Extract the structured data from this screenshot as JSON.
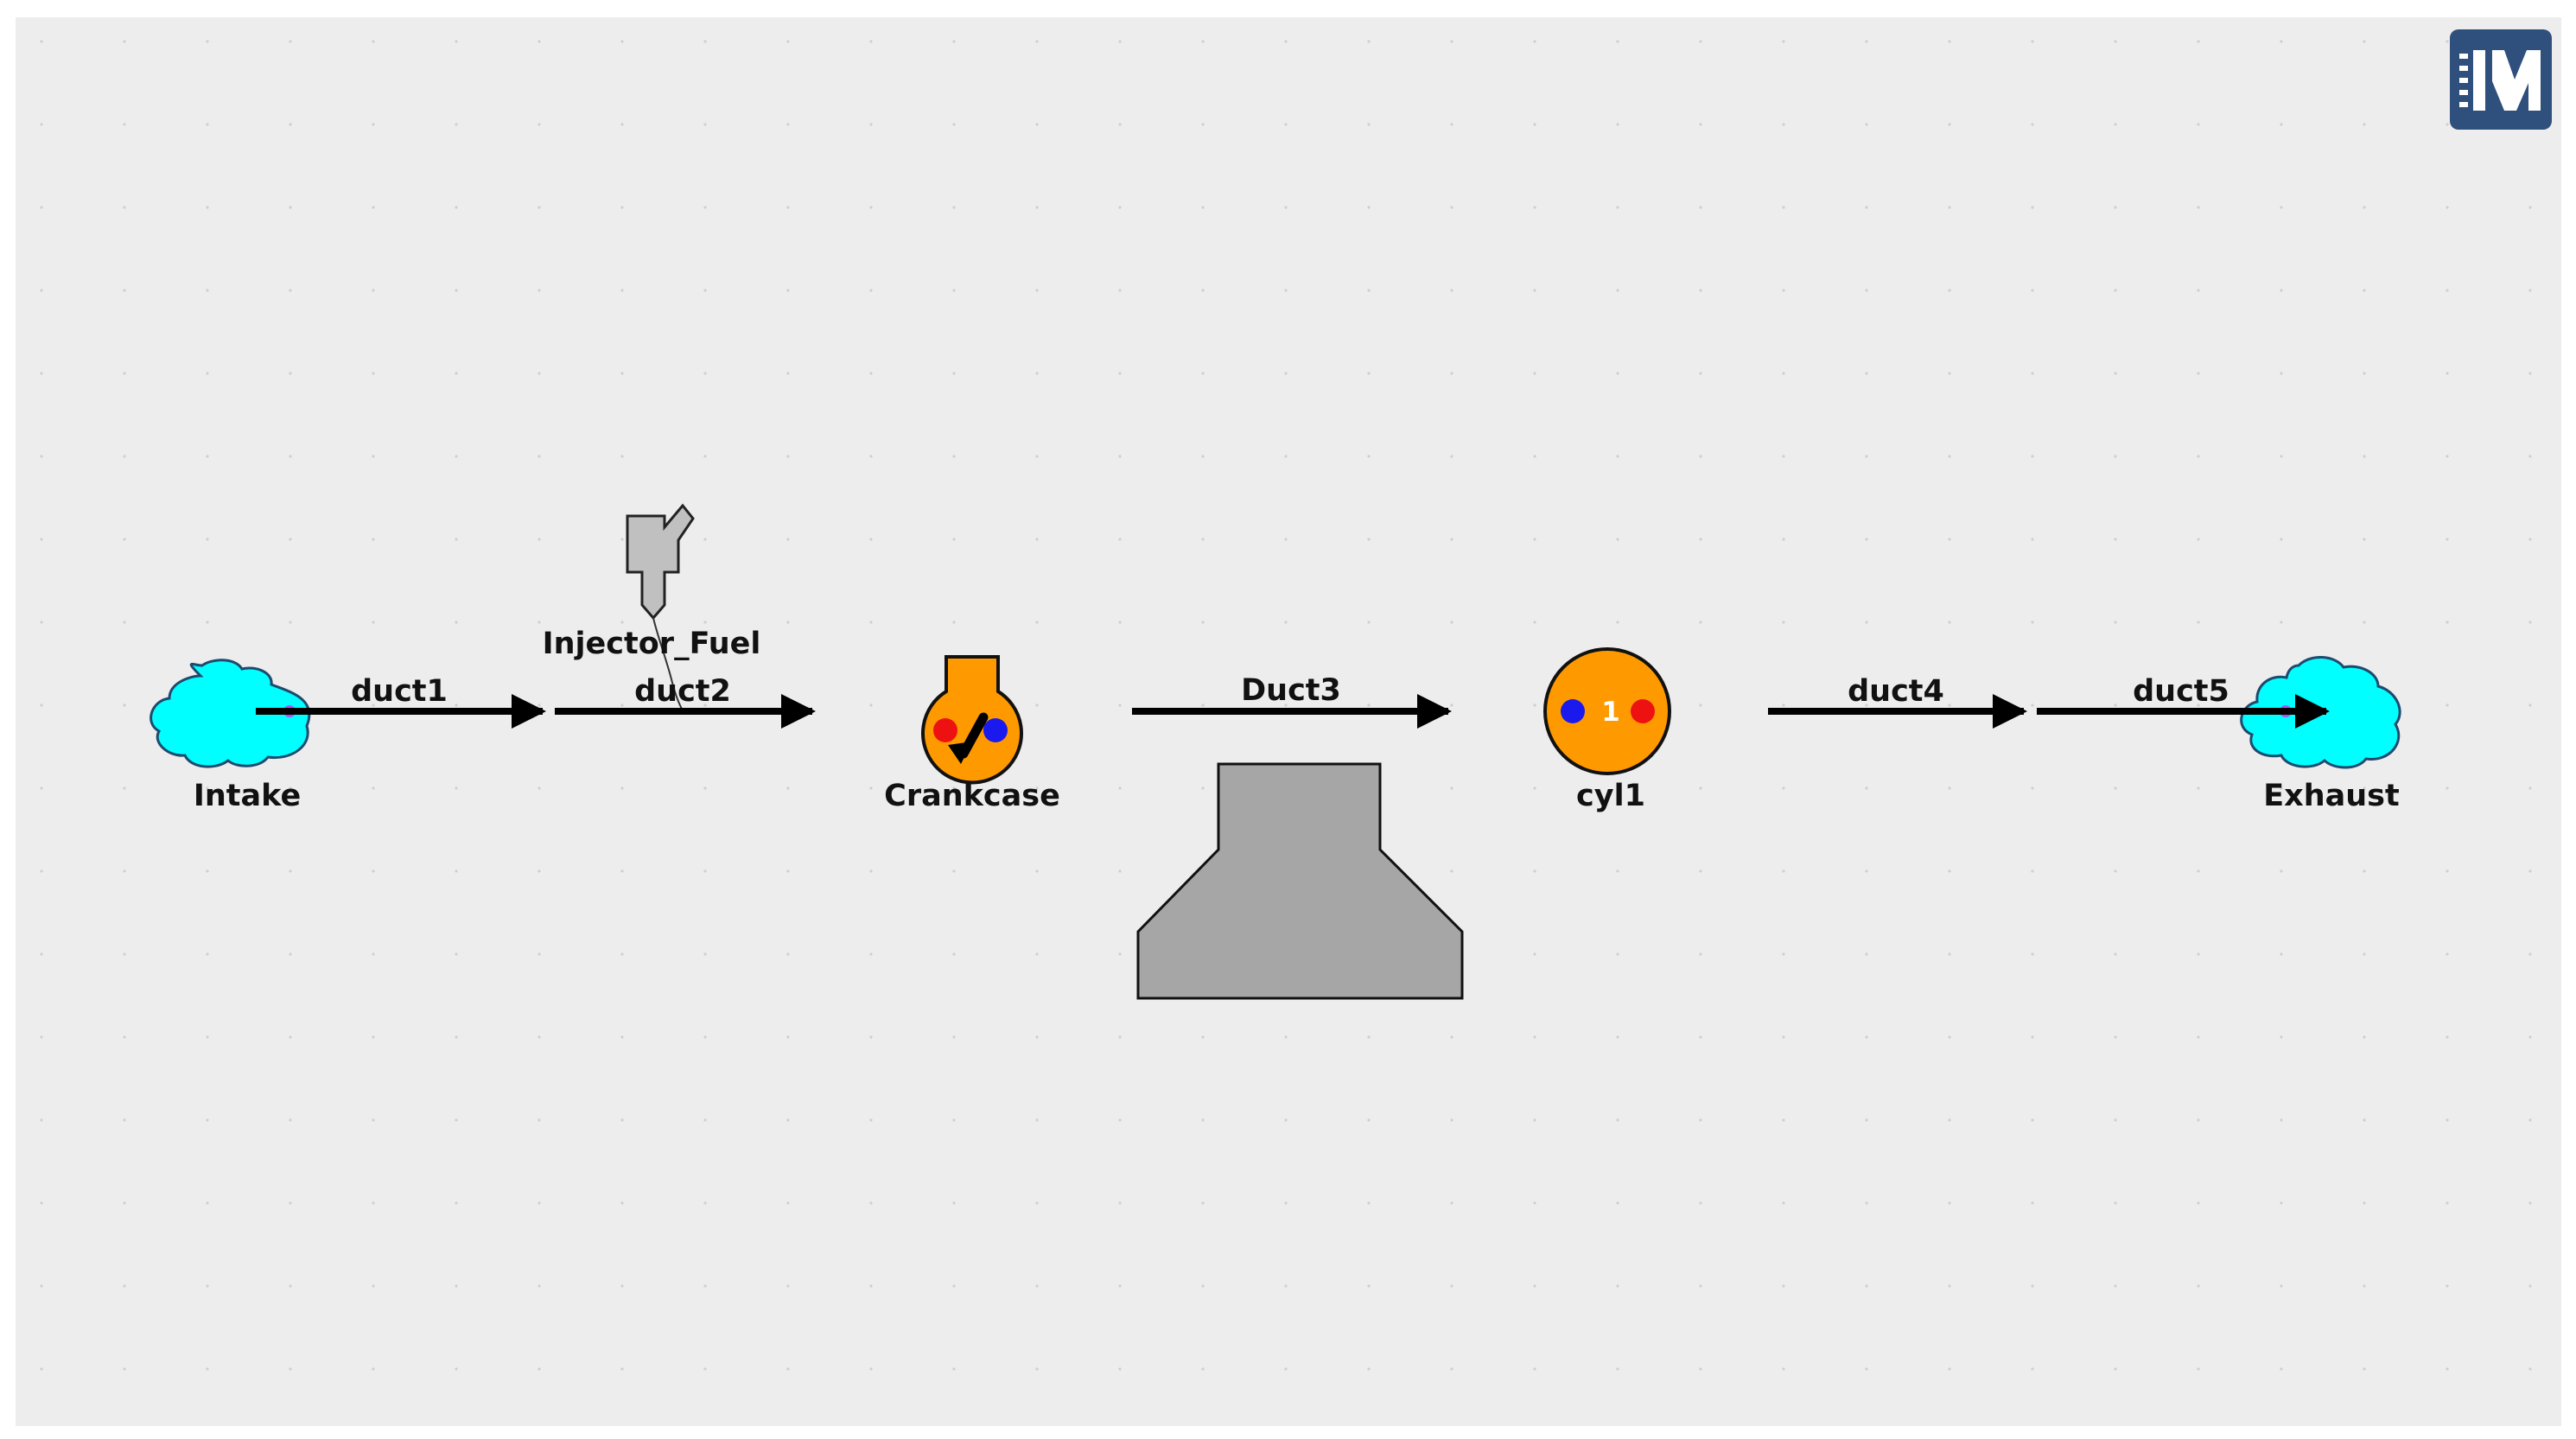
{
  "diagram": {
    "components": {
      "intake": {
        "label": "Intake"
      },
      "injector": {
        "label": "Injector_Fuel"
      },
      "crankcase": {
        "label": "Crankcase"
      },
      "cylinder": {
        "label": "cyl1",
        "number": "1"
      },
      "exhaust": {
        "label": "Exhaust"
      }
    },
    "connections": [
      {
        "label": "duct1"
      },
      {
        "label": "duct2"
      },
      {
        "label": "Duct3"
      },
      {
        "label": "duct4"
      },
      {
        "label": "duct5"
      }
    ]
  },
  "logo": {
    "icon": "app-logo-icon"
  },
  "colors": {
    "canvas_bg": "#ededed",
    "boundary_cyan": "#00ffff",
    "engine_orange": "#ff9900",
    "port_red": "#ee1111",
    "port_blue": "#1a1aee",
    "engine_block_gray": "#a6a6a6",
    "injector_gray": "#c0c0c0",
    "logo_blue": "#2f4f7c"
  }
}
